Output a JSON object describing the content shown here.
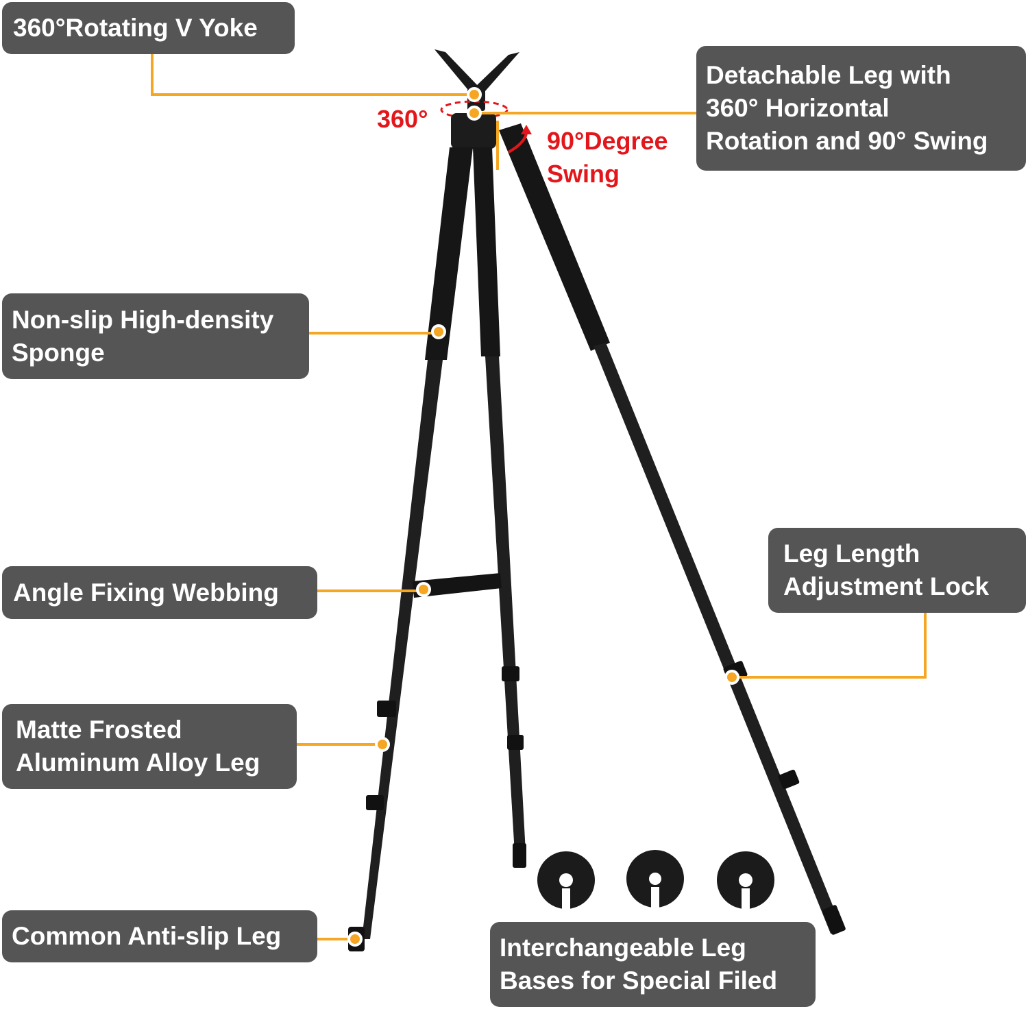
{
  "colors": {
    "callout_bg": "#555555",
    "callout_text": "#ffffff",
    "leader": "#f5a623",
    "accent_red": "#e3171b",
    "tripod": "#111111"
  },
  "callouts": {
    "v_yoke": {
      "line1": "360°Rotating V Yoke"
    },
    "detachable_leg": {
      "line1": "Detachable Leg with",
      "line2": "360° Horizontal",
      "line3": "Rotation and 90° Swing"
    },
    "sponge": {
      "line1": "Non-slip High-density",
      "line2": "Sponge"
    },
    "webbing": {
      "line1": "Angle Fixing Webbing"
    },
    "length_lock": {
      "line1": "Leg Length",
      "line2": "Adjustment Lock"
    },
    "aluminum_leg": {
      "line1": "Matte Frosted",
      "line2": "Aluminum Alloy Leg"
    },
    "anti_slip_leg": {
      "line1": "Common Anti-slip Leg"
    },
    "leg_bases": {
      "line1": "Interchangeable Leg",
      "line2": "Bases for Special Filed"
    }
  },
  "annotations": {
    "rotation": "360°",
    "swing_line1": "90°Degree",
    "swing_line2": "Swing"
  }
}
